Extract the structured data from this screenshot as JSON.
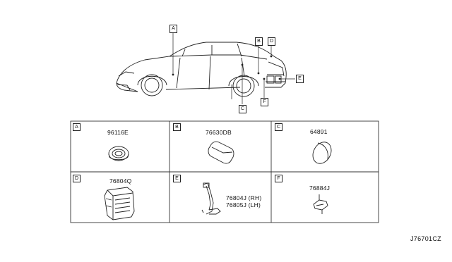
{
  "callouts": [
    "A",
    "B",
    "C",
    "D",
    "E",
    "F"
  ],
  "panels": [
    {
      "letter": "A",
      "parts": [
        "96116E"
      ]
    },
    {
      "letter": "B",
      "parts": [
        "76630DB"
      ]
    },
    {
      "letter": "C",
      "parts": [
        "64891"
      ]
    },
    {
      "letter": "D",
      "parts": [
        "76804Q"
      ]
    },
    {
      "letter": "E",
      "parts": [
        "76804J (RH)",
        "76805J (LH)"
      ]
    },
    {
      "letter": "F",
      "parts": [
        "76884J"
      ]
    }
  ],
  "reference_code": "J76701CZ"
}
